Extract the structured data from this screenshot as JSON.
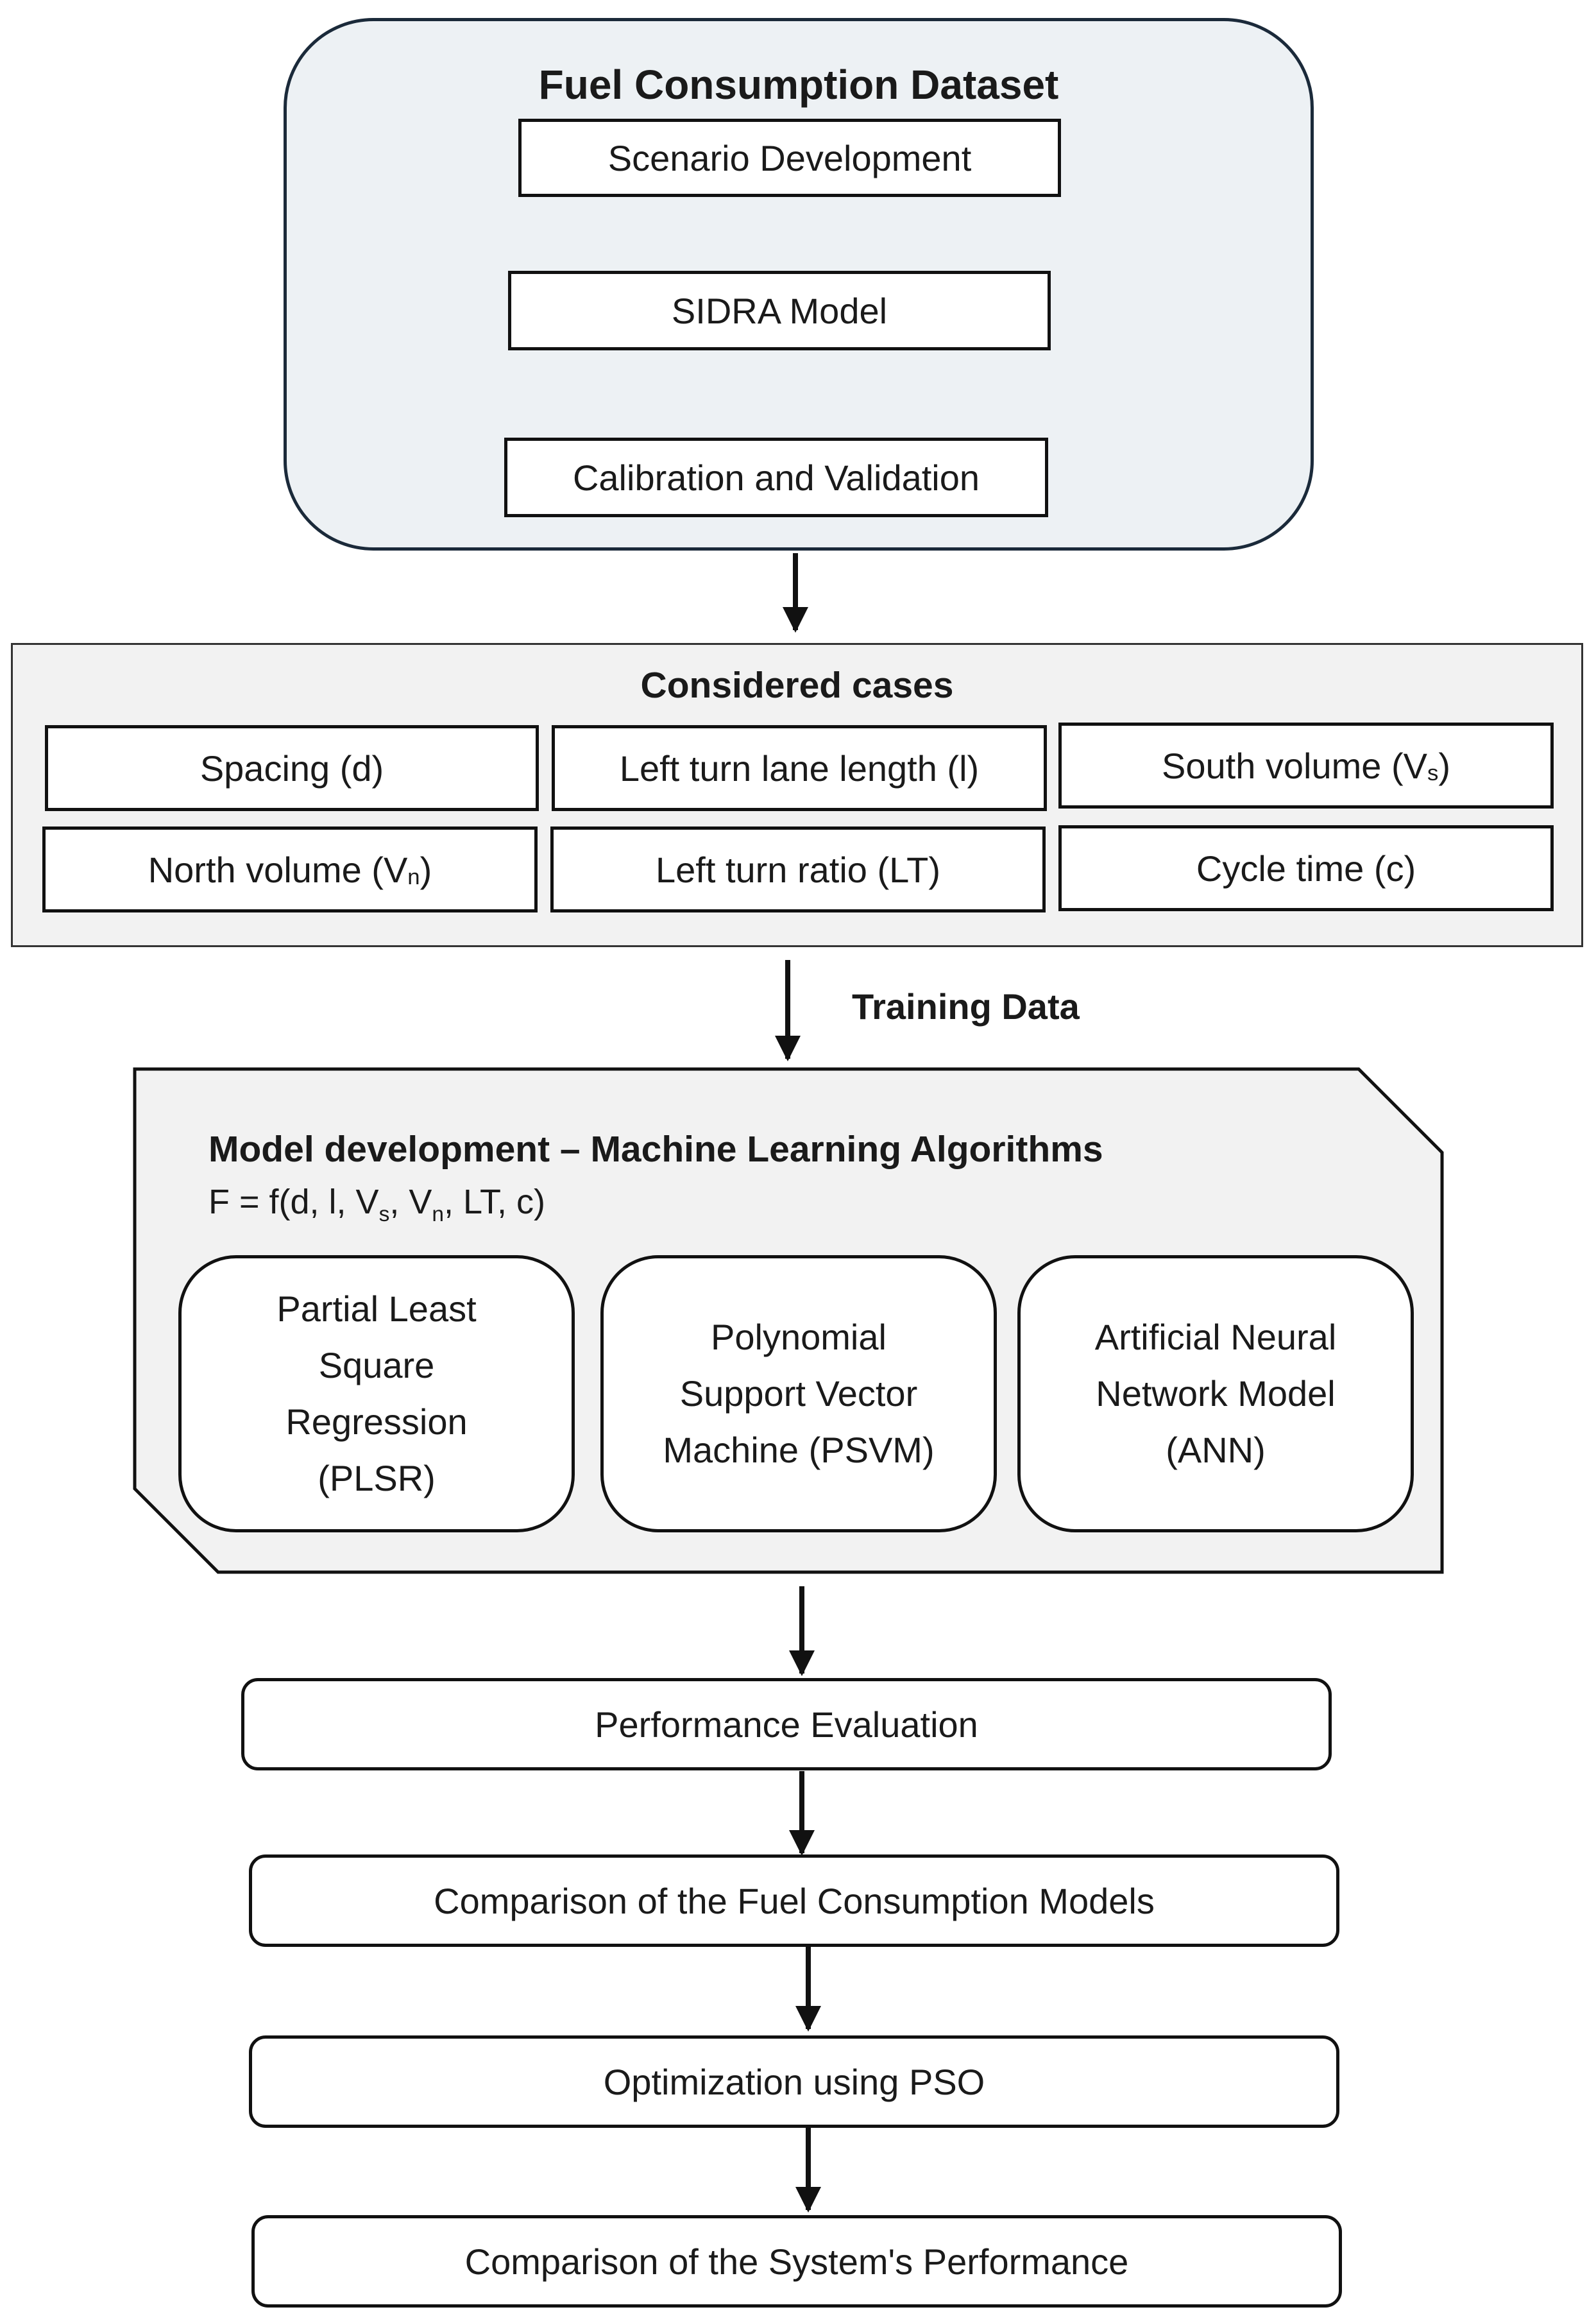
{
  "dataset": {
    "title": "Fuel Consumption Dataset",
    "steps": [
      "Scenario Development",
      "SIDRA Model",
      "Calibration and Validation"
    ]
  },
  "cases": {
    "title": "Considered cases",
    "items": {
      "spacing": "Spacing (d)",
      "left_turn_lane_length": "Left turn lane length (l)",
      "south_volume": {
        "main": "South volume (V",
        "sub": "s",
        "tail": ")"
      },
      "north_volume": {
        "main": "North volume (V",
        "sub": "n",
        "tail": ")"
      },
      "left_turn_ratio": "Left turn ratio (LT)",
      "cycle_time": "Cycle time (c)"
    }
  },
  "arrow_label": "Training Data",
  "model_dev": {
    "title": "Model development – Machine Learning Algorithms",
    "formula": {
      "p1": "F = f(d, l, V",
      "s1": "s",
      "p2": ", V",
      "s2": "n",
      "p3": ", LT, c)"
    },
    "models": [
      [
        "Partial Least",
        "Square",
        "Regression",
        "(PLSR)"
      ],
      [
        "Polynomial",
        "Support Vector",
        "Machine (PSVM)"
      ],
      [
        "Artificial Neural",
        "Network Model",
        "(ANN)"
      ]
    ]
  },
  "pipeline": [
    "Performance Evaluation",
    "Comparison of the Fuel Consumption Models",
    "Optimization using PSO",
    "Comparison of the System's Performance"
  ],
  "colors": {
    "stroke": "#111111",
    "dataset_fill": "#edf1f4",
    "panel_fill": "#f2f2f2"
  }
}
